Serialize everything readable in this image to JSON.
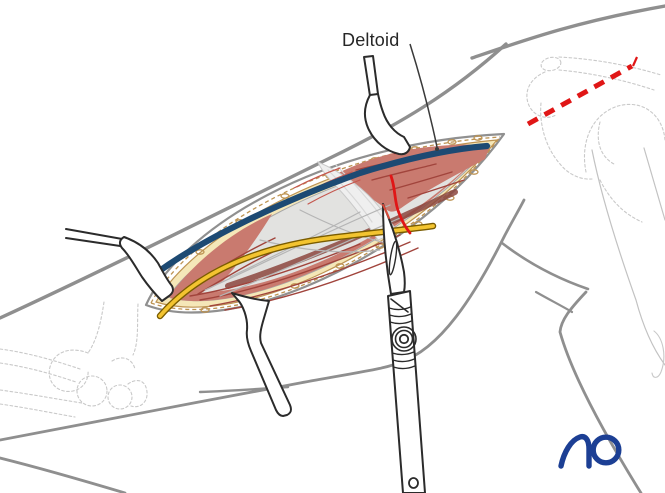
{
  "figure": {
    "type": "surgical-illustration",
    "annotation": {
      "deltoid_label": "Deltoid"
    },
    "footer": {
      "logo_text": "AO"
    },
    "parts": [
      {
        "name": "deltoid-muscle",
        "color": "#c97a6f"
      },
      {
        "name": "muscle-fiber-dark",
        "color": "#a1443c"
      },
      {
        "name": "muscle-shadow",
        "color": "#8c463e"
      },
      {
        "name": "cephalic-vein",
        "color": "#1d4a73"
      },
      {
        "name": "nerve",
        "color": "#f3c430"
      },
      {
        "name": "nerve-outline",
        "color": "#7a5c00"
      },
      {
        "name": "subcutaneous-fat",
        "color": "#f5e7b8"
      },
      {
        "name": "fat-outline",
        "color": "#bd9352"
      },
      {
        "name": "fascia",
        "color": "#e2e2e0"
      },
      {
        "name": "tendon",
        "color": "#efefef"
      },
      {
        "name": "incision-line-red",
        "color": "#e01616"
      },
      {
        "name": "body-outline-gray",
        "color": "#8f8f8f"
      },
      {
        "name": "instrument-outline",
        "color": "#2b2b2b"
      },
      {
        "name": "label-text-color",
        "color": "#262626"
      },
      {
        "name": "logo-blue",
        "color": "#1c3f94"
      }
    ]
  }
}
